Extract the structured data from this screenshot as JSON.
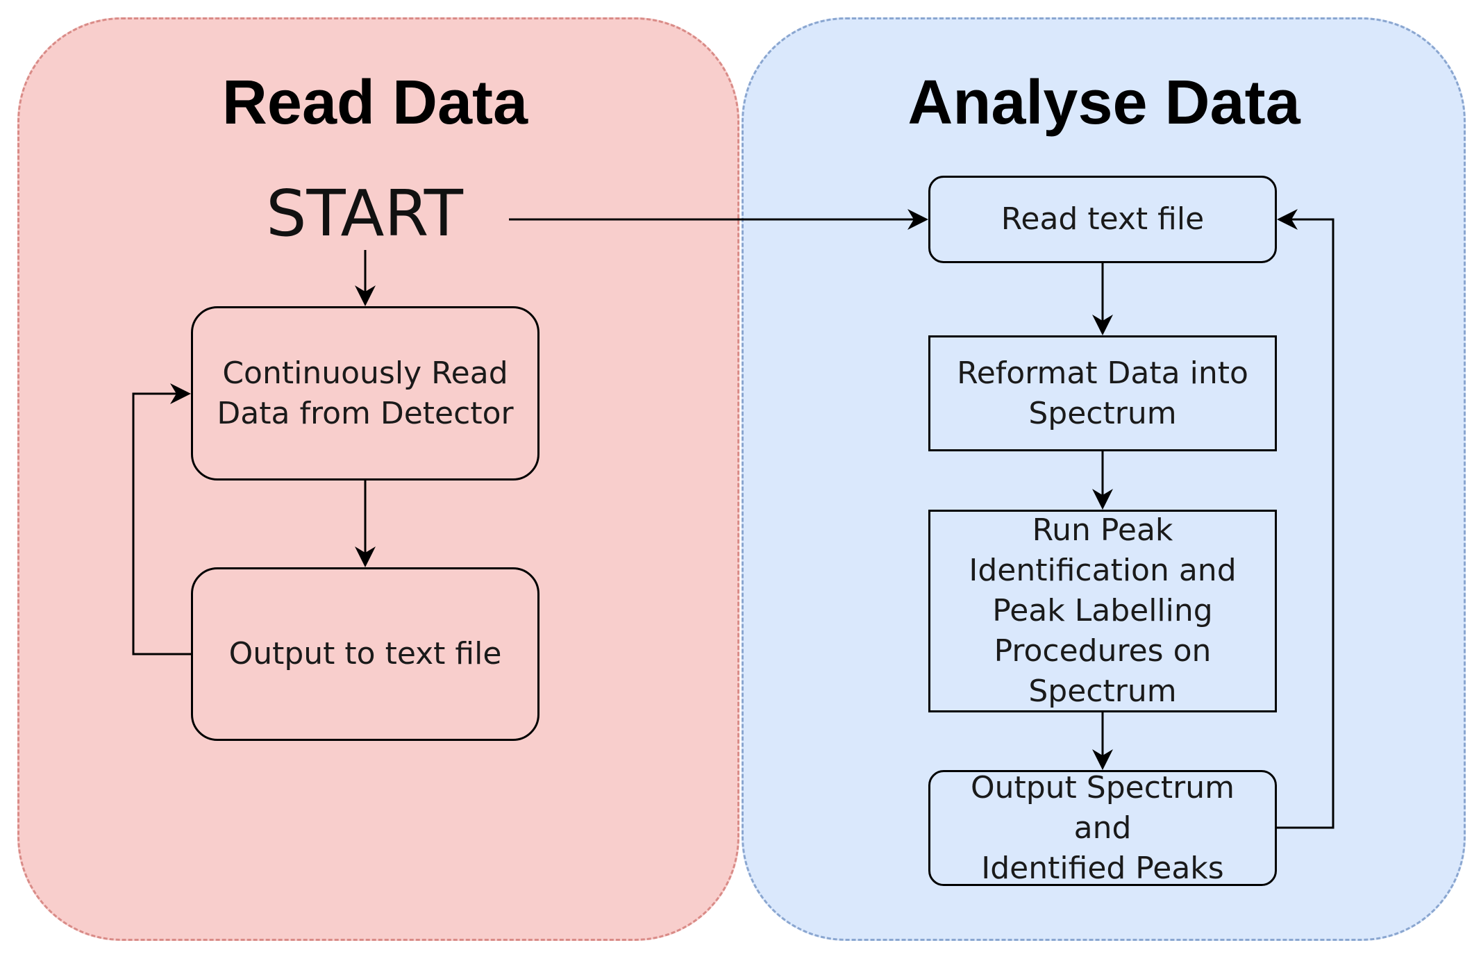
{
  "lanes": {
    "read": {
      "title": "Read Data"
    },
    "analyse": {
      "title": "Analyse Data"
    }
  },
  "start": {
    "label": "START"
  },
  "nodes": {
    "continuously_read": "Continuously Read\nData from Detector",
    "output_text": "Output to text file",
    "read_text_file": "Read text file",
    "reformat": "Reformat Data into\nSpectrum",
    "run_peak": "Run Peak\nIdentification and\nPeak Labelling\nProcedures on\nSpectrum",
    "output_spectrum": "Output Spectrum and\nIdentified Peaks"
  },
  "colors": {
    "read_lane_fill": "#f8cecc",
    "read_lane_border": "#d98b87",
    "analyse_lane_fill": "#dae8fc",
    "analyse_lane_border": "#8aa6d0"
  }
}
